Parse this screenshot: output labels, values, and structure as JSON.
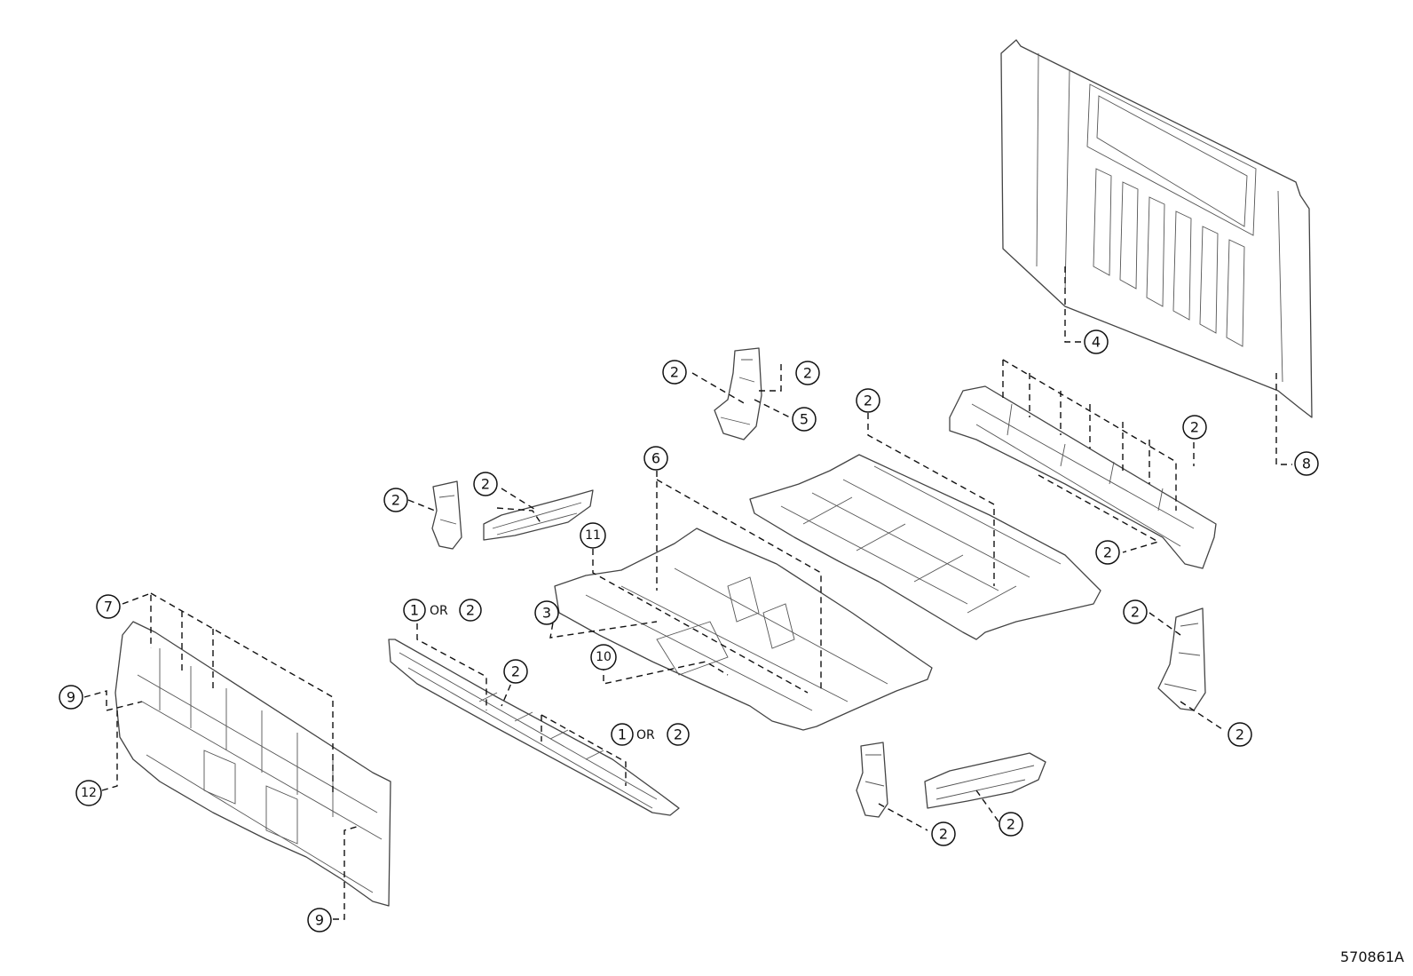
{
  "figure_code": "570861A",
  "or_text": "OR",
  "callouts": {
    "c1": "2",
    "c2": "2",
    "c3": "5",
    "c4": "4",
    "c5": "2",
    "c6": "2",
    "c7": "2",
    "c8": "2",
    "c9": "2",
    "c10": "8",
    "c11": "6",
    "c12": "11",
    "c13": "3",
    "c14": "10",
    "c15": "7",
    "c16": "9",
    "c17": "12",
    "c18": "9",
    "c19a": "1",
    "c19b": "2",
    "c20": "2",
    "c21a": "1",
    "c21b": "2",
    "c22": "2",
    "c23": "2",
    "c24": "2",
    "c25": "2"
  }
}
